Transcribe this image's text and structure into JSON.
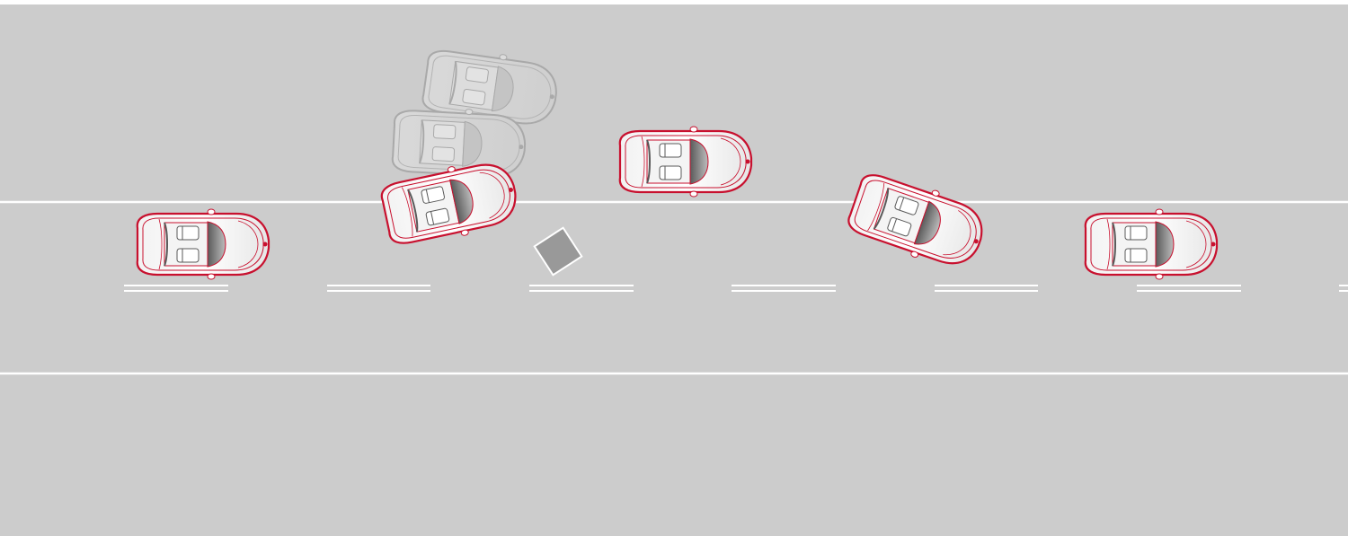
{
  "scene": {
    "type": "top-down road diagram",
    "road_color": "#cccccc",
    "lane_line_color": "#ffffff",
    "car_outline_color": "#c8102e",
    "ghost_car_color": "#b8b8b8",
    "obstacle_color": "#999999"
  },
  "cars": [
    {
      "name": "car-1",
      "state": "active"
    },
    {
      "name": "car-2",
      "state": "ghost"
    },
    {
      "name": "car-3",
      "state": "ghost"
    },
    {
      "name": "car-4",
      "state": "active"
    },
    {
      "name": "car-5",
      "state": "active"
    },
    {
      "name": "car-6",
      "state": "active"
    },
    {
      "name": "car-7",
      "state": "active"
    }
  ],
  "obstacle": {
    "name": "road-obstacle",
    "shape": "square"
  }
}
